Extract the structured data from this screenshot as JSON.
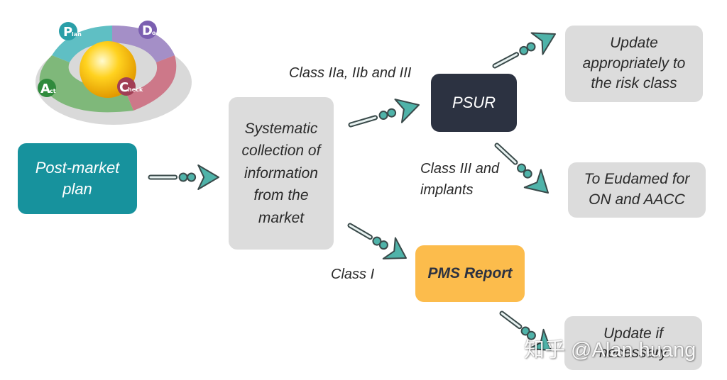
{
  "pdca": {
    "plan_letter": "P",
    "plan_sub": "lan",
    "do_letter": "D",
    "do_sub": "o",
    "check_letter": "C",
    "check_sub": "heck",
    "act_letter": "A",
    "act_sub": "ct"
  },
  "nodes": {
    "post_market_plan": "Post-market plan",
    "systematic_collection": "Systematic collection of information from the market",
    "psur": "PSUR",
    "pms_report": "PMS Report",
    "update_risk_class": "Update appropriately to the risk class",
    "eudamed": "To Eudamed for ON and AACC",
    "update_if_necessary": "Update if necessary"
  },
  "edge_labels": {
    "class_iia_iib_iii": "Class IIa, IIb and III",
    "class_iii_implants": "Class III and implants",
    "class_i": "Class I"
  },
  "watermark": "知乎 @Alan huang",
  "colors": {
    "teal": "#17929d",
    "navy": "#2c3241",
    "amber": "#fcbc4c",
    "gray_box": "#dcdcdc",
    "arrow_fill": "#4fb3a9",
    "arrow_stroke": "#3a4a4a"
  }
}
